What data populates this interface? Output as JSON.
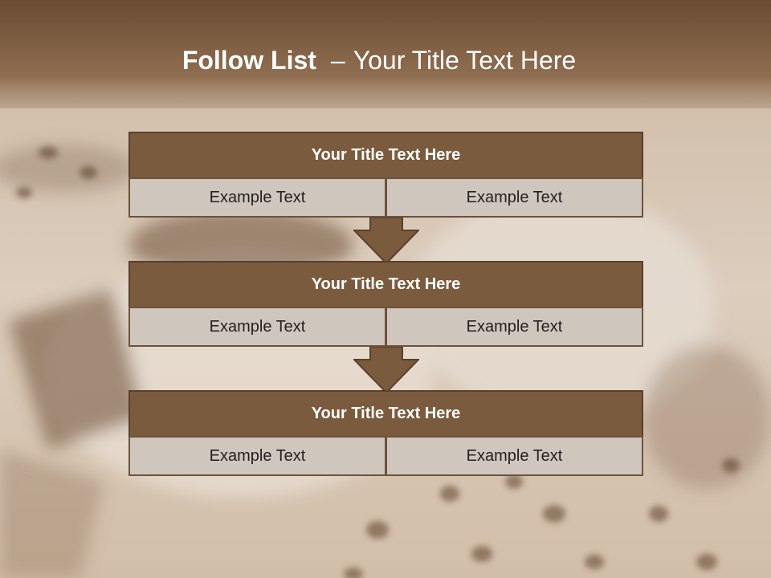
{
  "slide": {
    "title_bold": "Follow List",
    "title_dash": "–",
    "title_rest": "Your Title Text Here"
  },
  "blocks": [
    {
      "title": "Your Title Text Here",
      "left": "Example Text",
      "right": "Example Text"
    },
    {
      "title": "Your Title Text Here",
      "left": "Example Text",
      "right": "Example Text"
    },
    {
      "title": "Your Title Text Here",
      "left": "Example Text",
      "right": "Example Text"
    }
  ],
  "colors": {
    "header_fill": "#7a5b3e",
    "header_border": "#5a402a",
    "cell_fill": "#cfc6be",
    "title_band": "#6e5036",
    "arrow_fill": "#7a5b3e"
  },
  "icons": [
    "down-arrow-icon",
    "down-arrow-icon"
  ]
}
